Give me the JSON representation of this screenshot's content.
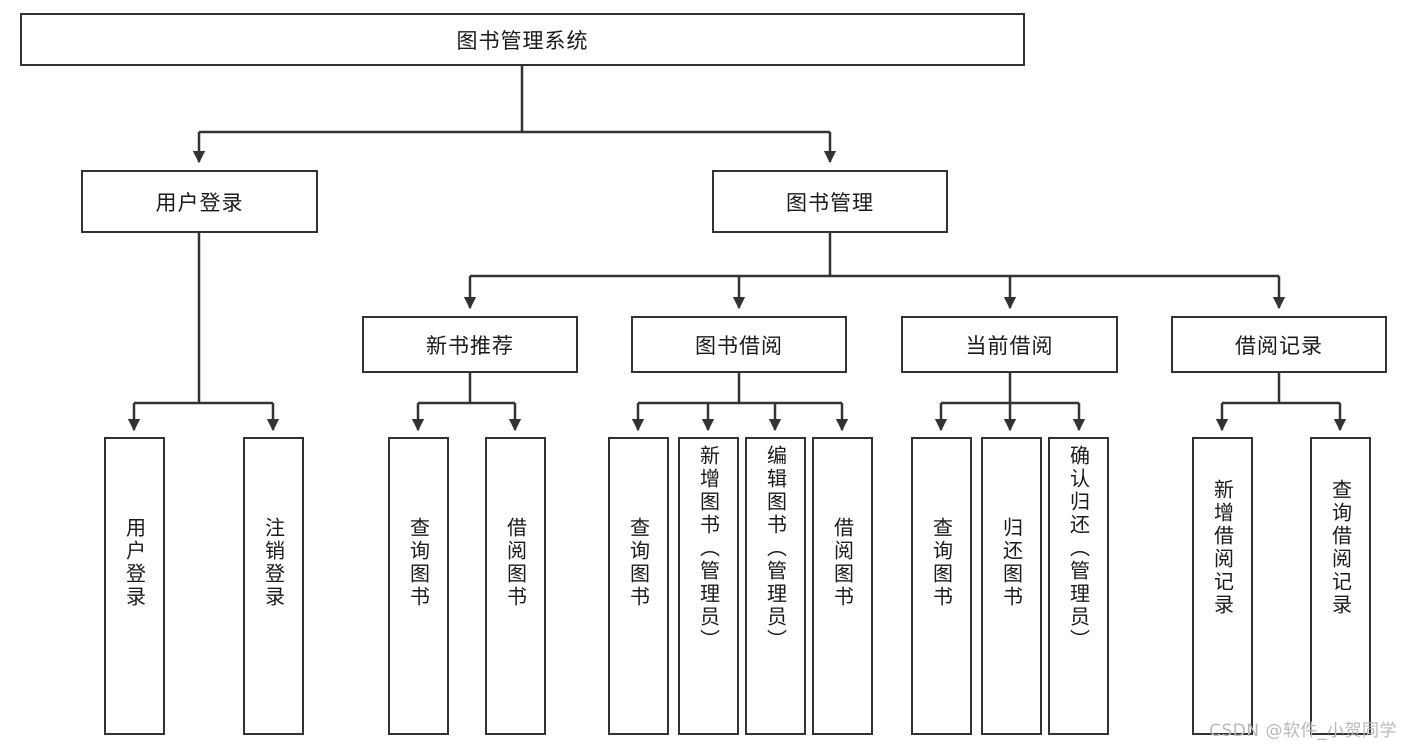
{
  "diagram": {
    "title_node": {
      "label": "图书管理系统"
    },
    "level2": [
      {
        "label": "用户登录"
      },
      {
        "label": "图书管理"
      }
    ],
    "level3": [
      {
        "label": "新书推荐"
      },
      {
        "label": "图书借阅"
      },
      {
        "label": "当前借阅"
      },
      {
        "label": "借阅记录"
      }
    ],
    "leaves": {
      "user_login": [
        {
          "label": "用户登录"
        },
        {
          "label": "注销登录"
        }
      ],
      "new_book_recommend": [
        {
          "label": "查询图书"
        },
        {
          "label": "借阅图书"
        }
      ],
      "book_borrow": [
        {
          "label": "查询图书"
        },
        {
          "label": "新增图书（管理员）"
        },
        {
          "label": "编辑图书（管理员）"
        },
        {
          "label": "借阅图书"
        }
      ],
      "current_borrow": [
        {
          "label": "查询图书"
        },
        {
          "label": "归还图书"
        },
        {
          "label": "确认归还（管理员）"
        }
      ],
      "borrow_record": [
        {
          "label": "新增借阅记录"
        },
        {
          "label": "查询借阅记录"
        }
      ]
    }
  },
  "watermark": {
    "text": "CSDN @软件_小贺同学"
  },
  "colors": {
    "stroke": "#333333",
    "box_fill": "#ffffff",
    "text": "#1a1a1a",
    "watermark": "#b9b9b9"
  }
}
